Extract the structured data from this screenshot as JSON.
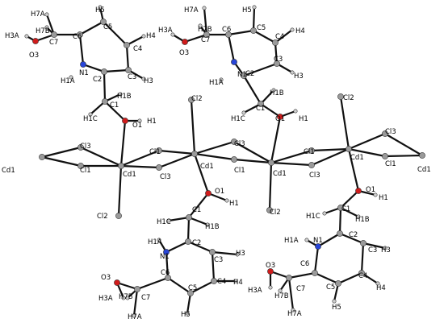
{
  "figure": {
    "colors": {
      "bond": "#111111",
      "carbon": "#9a9a9a",
      "hydrogen": "#cfcfcf",
      "nitrogen": "#2845d8",
      "oxygen": "#d01c1c",
      "chlorine": "#37c82a",
      "cadmium": "#d6a21a"
    },
    "atom_labels": {
      "H7A": "H7A",
      "H7B": "H7B",
      "H5": "H5",
      "H4": "H4",
      "H3": "H3",
      "H3A": "H3A",
      "H1A": "H1A",
      "H1B": "H1B",
      "H1C": "H1C",
      "H1": "H1",
      "C1": "C1",
      "C2": "C2",
      "C3": "C3",
      "C4": "C4",
      "C5": "C5",
      "C6": "C6",
      "C7": "C7",
      "N1": "N1",
      "O1": "O1",
      "O3": "O3",
      "Cd1": "Cd1",
      "Cl1": "Cl1",
      "Cl2": "Cl2",
      "Cl3": "Cl3"
    }
  }
}
